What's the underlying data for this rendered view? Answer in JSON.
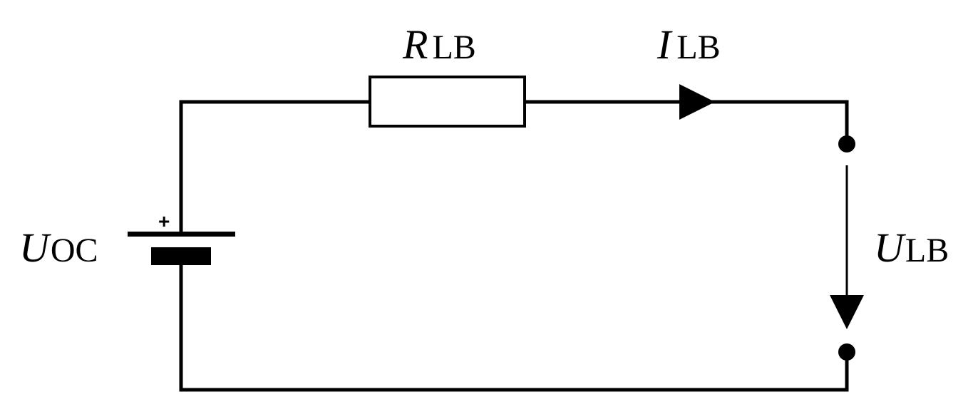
{
  "labels": {
    "resistor": {
      "main": "R",
      "sub": "LB"
    },
    "current": {
      "main": "I",
      "sub": "LB"
    },
    "source_voltage": {
      "main": "U",
      "sub": "OC"
    },
    "terminal_voltage": {
      "main": "U",
      "sub": "LB"
    },
    "plus_sign": "+"
  },
  "colors": {
    "stroke": "#000000",
    "background": "#ffffff"
  }
}
